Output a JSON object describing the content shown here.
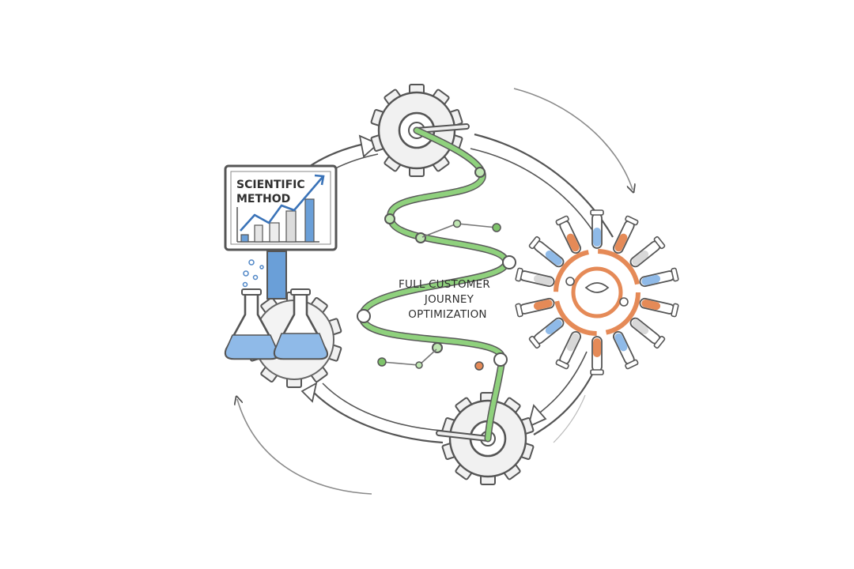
{
  "diagram": {
    "board_label_line1": "SCIENTIFIC",
    "board_label_line2": "METHOD",
    "center_label_line1": "FULL CUSTOMER",
    "center_label_line2": "JOURNEY",
    "center_label_line3": "OPTIMIZATION"
  },
  "colors": {
    "line": "#555555",
    "green_path": "#8fd17d",
    "blue_accent": "#4f86c6",
    "orange_accent": "#e58a57",
    "gear_fill": "#f1f1f1"
  }
}
